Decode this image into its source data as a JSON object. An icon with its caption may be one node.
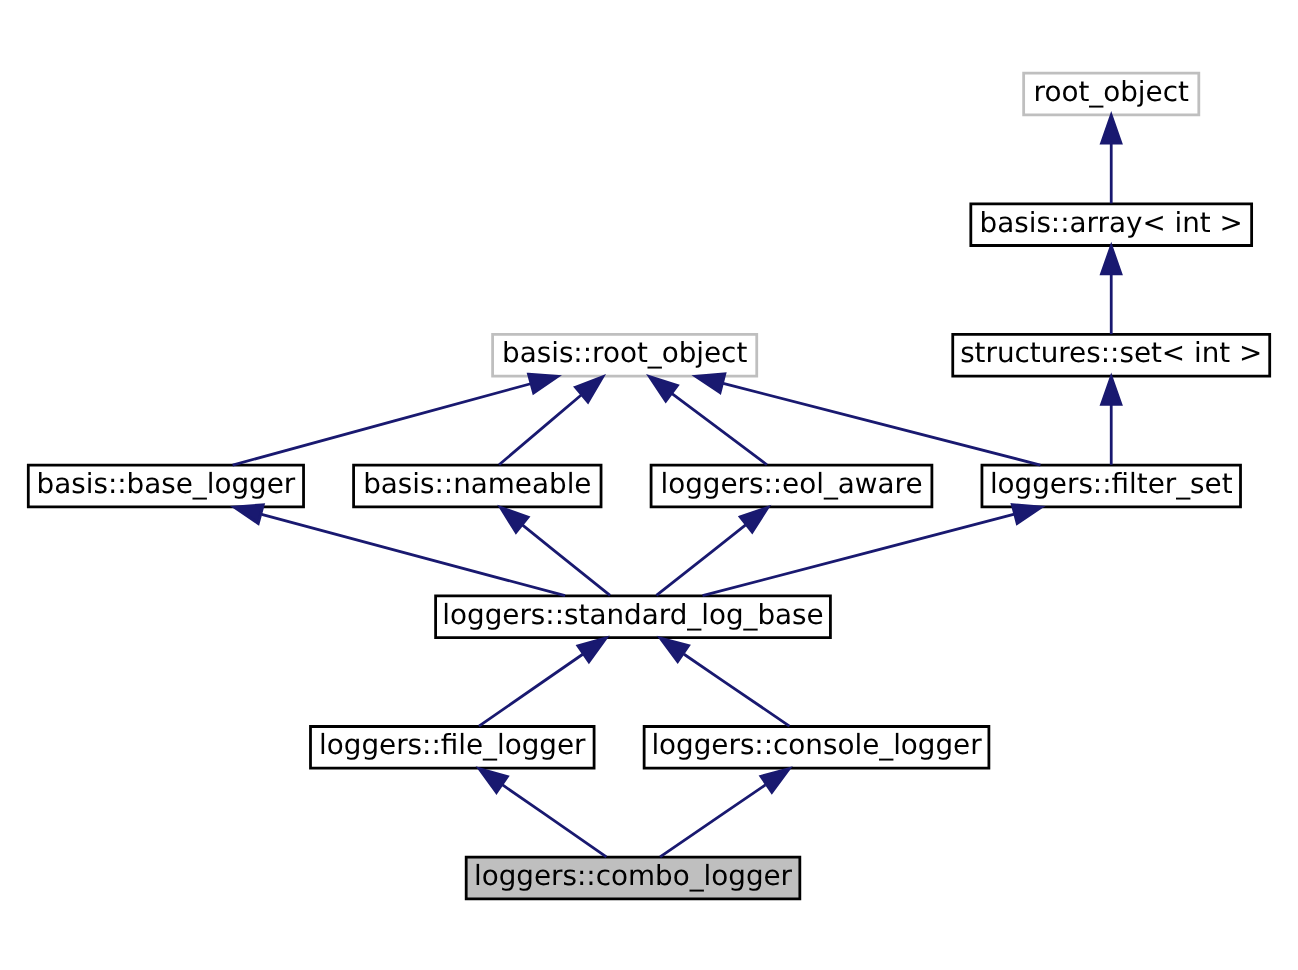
{
  "diagram": {
    "nodes": [
      {
        "text": [
          "root_object"
        ]
      },
      {
        "text": [
          "basis::array< int >"
        ]
      },
      {
        "text": [
          "basis::root_object"
        ]
      },
      {
        "text": [
          "structures::set< int >"
        ]
      },
      {
        "text": [
          "basis::base_logger"
        ]
      },
      {
        "text": [
          "basis::nameable"
        ]
      },
      {
        "text": [
          "loggers::eol_aware"
        ]
      },
      {
        "text": [
          "loggers::filter_set"
        ]
      },
      {
        "text": [
          "loggers::standard_log_base"
        ]
      },
      {
        "text": [
          "loggers::file_logger"
        ]
      },
      {
        "text": [
          "loggers::console_logger"
        ]
      },
      {
        "text": [
          "loggers::combo_logger"
        ]
      }
    ],
    "edges": [
      {
        "from": 1,
        "to": 0,
        "arrow": "to"
      },
      {
        "from": 3,
        "to": 1,
        "arrow": "to"
      },
      {
        "from": 4,
        "to": 2,
        "arrow": "to"
      },
      {
        "from": 5,
        "to": 2,
        "arrow": "to"
      },
      {
        "from": 6,
        "to": 2,
        "arrow": "to"
      },
      {
        "from": 7,
        "to": 2,
        "arrow": "to"
      },
      {
        "from": 7,
        "to": 3,
        "arrow": "to"
      },
      {
        "from": 8,
        "to": 4,
        "arrow": "to"
      },
      {
        "from": 8,
        "to": 5,
        "arrow": "to"
      },
      {
        "from": 8,
        "to": 6,
        "arrow": "to"
      },
      {
        "from": 8,
        "to": 7,
        "arrow": "to"
      },
      {
        "from": 9,
        "to": 8,
        "arrow": "to"
      },
      {
        "from": 10,
        "to": 8,
        "arrow": "to"
      },
      {
        "from": 11,
        "to": 9,
        "arrow": "to"
      },
      {
        "from": 11,
        "to": 10,
        "arrow": "to"
      }
    ]
  }
}
